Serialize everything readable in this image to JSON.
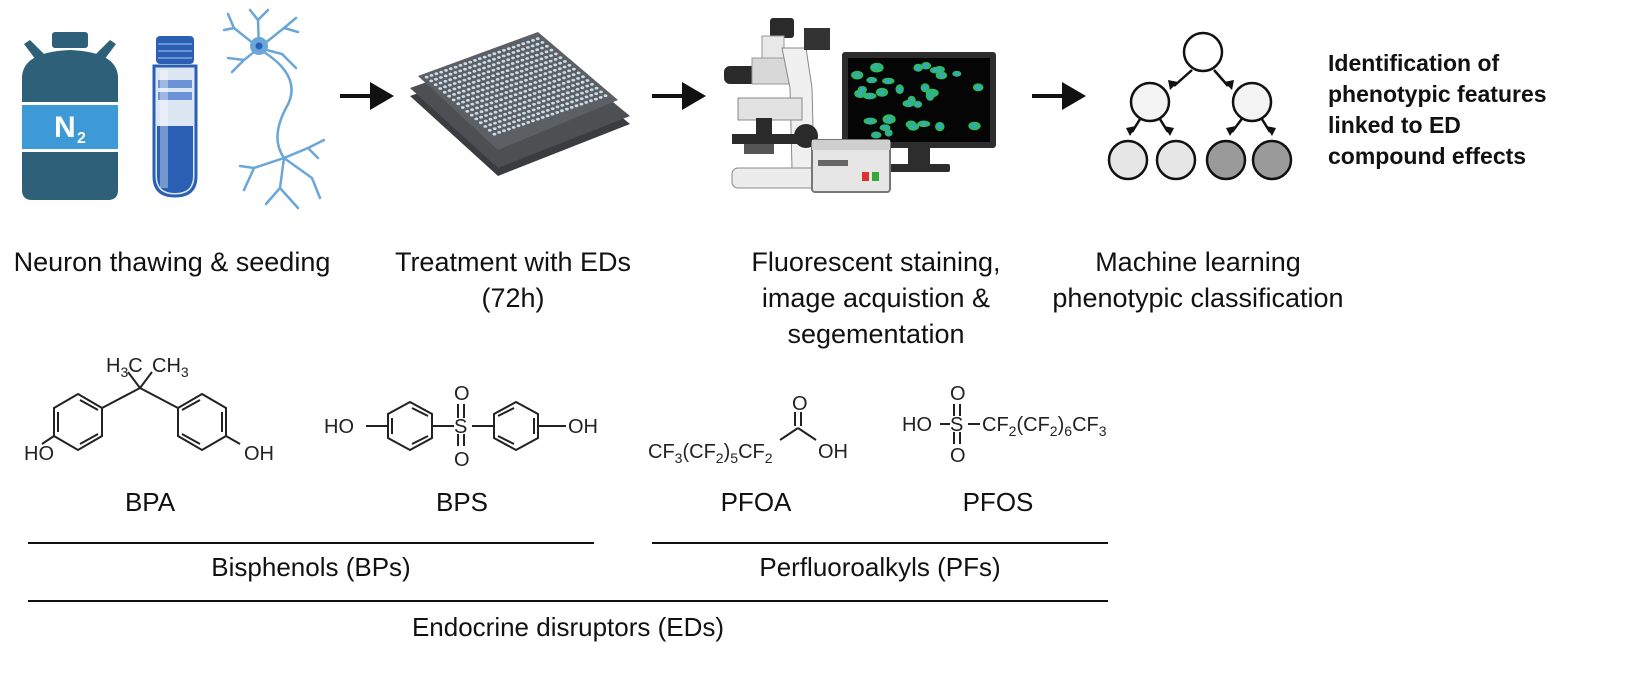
{
  "workflow": {
    "steps": [
      {
        "label": "Neuron thawing & seeding"
      },
      {
        "label_line1": "Treatment with EDs",
        "label_line2": "(72h)"
      },
      {
        "label_line1": "Fluorescent staining,",
        "label_line2": "image acquistion &",
        "label_line3": "segementation"
      },
      {
        "label_line1": "Machine learning",
        "label_line2": "phenotypic classification"
      }
    ],
    "outcome": {
      "line1": "Identification of",
      "line2": "phenotypic features",
      "line3": "linked to ED",
      "line4": "compound effects"
    },
    "tank_label": "N",
    "tank_label_sub": "2",
    "icons": [
      "nitrogen-tank-icon",
      "cryovial-icon",
      "neuron-icon",
      "arrow-right-icon",
      "well-plate-icon",
      "microscope-icon",
      "monitor-icon",
      "decision-tree-icon"
    ]
  },
  "compounds": [
    {
      "name": "BPA",
      "formula_top": "H3C CH3",
      "oh_left": "HO",
      "oh_right": "OH"
    },
    {
      "name": "BPS",
      "oh_left": "HO",
      "oh_right": "OH",
      "center": "S"
    },
    {
      "name": "PFOA",
      "chain": "CF3(CF2)5CF2",
      "oh": "OH",
      "o": "O"
    },
    {
      "name": "PFOS",
      "left": "HO",
      "s": "S",
      "chain": "CF2(CF2)6CF3",
      "o": "O"
    }
  ],
  "groups": {
    "bisphenols": "Bisphenols (BPs)",
    "perfluoroalkyls": "Perfluoroalkyls (PFs)",
    "parent": "Endocrine disruptors (EDs)"
  },
  "colors": {
    "tank": "#2f6079",
    "tank_band": "#3d9ad6",
    "vial": "#2b5fb4",
    "neuron": "#6aa6d8",
    "plate": "#4d4f53",
    "plate_dots": "#c9dde8",
    "arrow": "#111111",
    "node_light": "#e6e6e6",
    "node_dark": "#9a9a9a"
  }
}
